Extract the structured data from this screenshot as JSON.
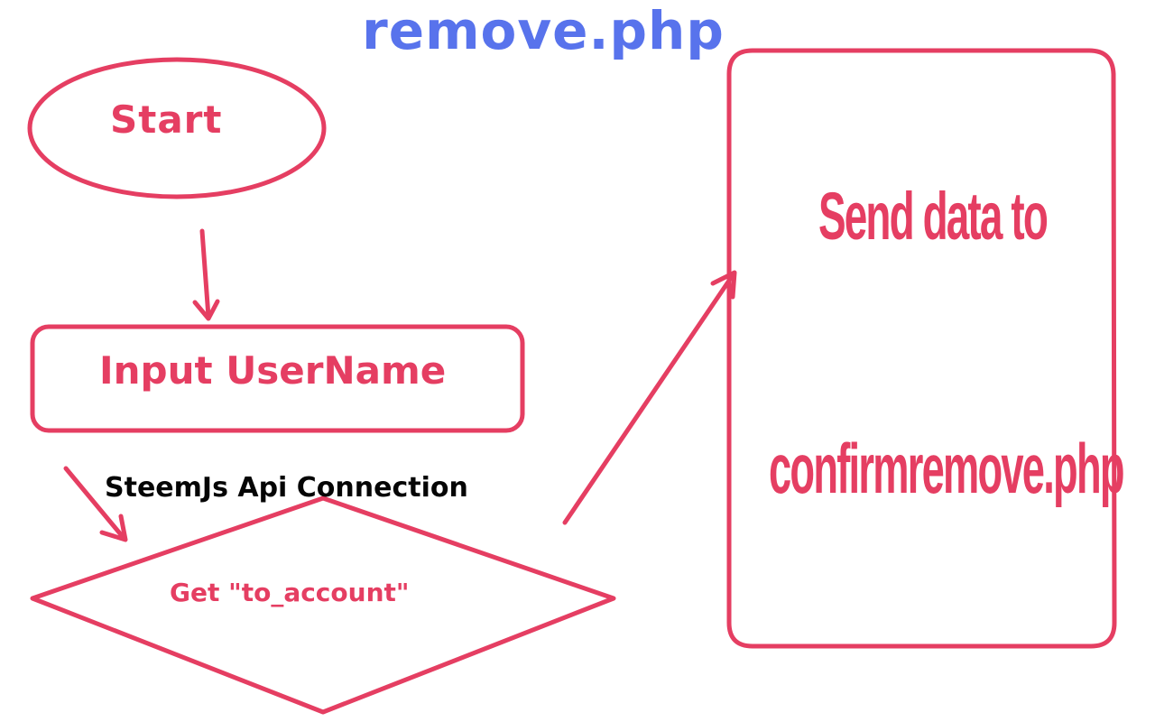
{
  "title": "remove.php",
  "nodes": {
    "start": "Start",
    "input": "Input UserName",
    "decision": "Get \"to_account\"",
    "process_line_1": "Send data to",
    "process_line_2": "confirmremove.php"
  },
  "edges": {
    "api_connection_label": "SteemJs Api Connection"
  },
  "colors": {
    "title": "#5873ec",
    "shape": "#e53e62",
    "label": "#050505",
    "background": "#ffffff"
  }
}
